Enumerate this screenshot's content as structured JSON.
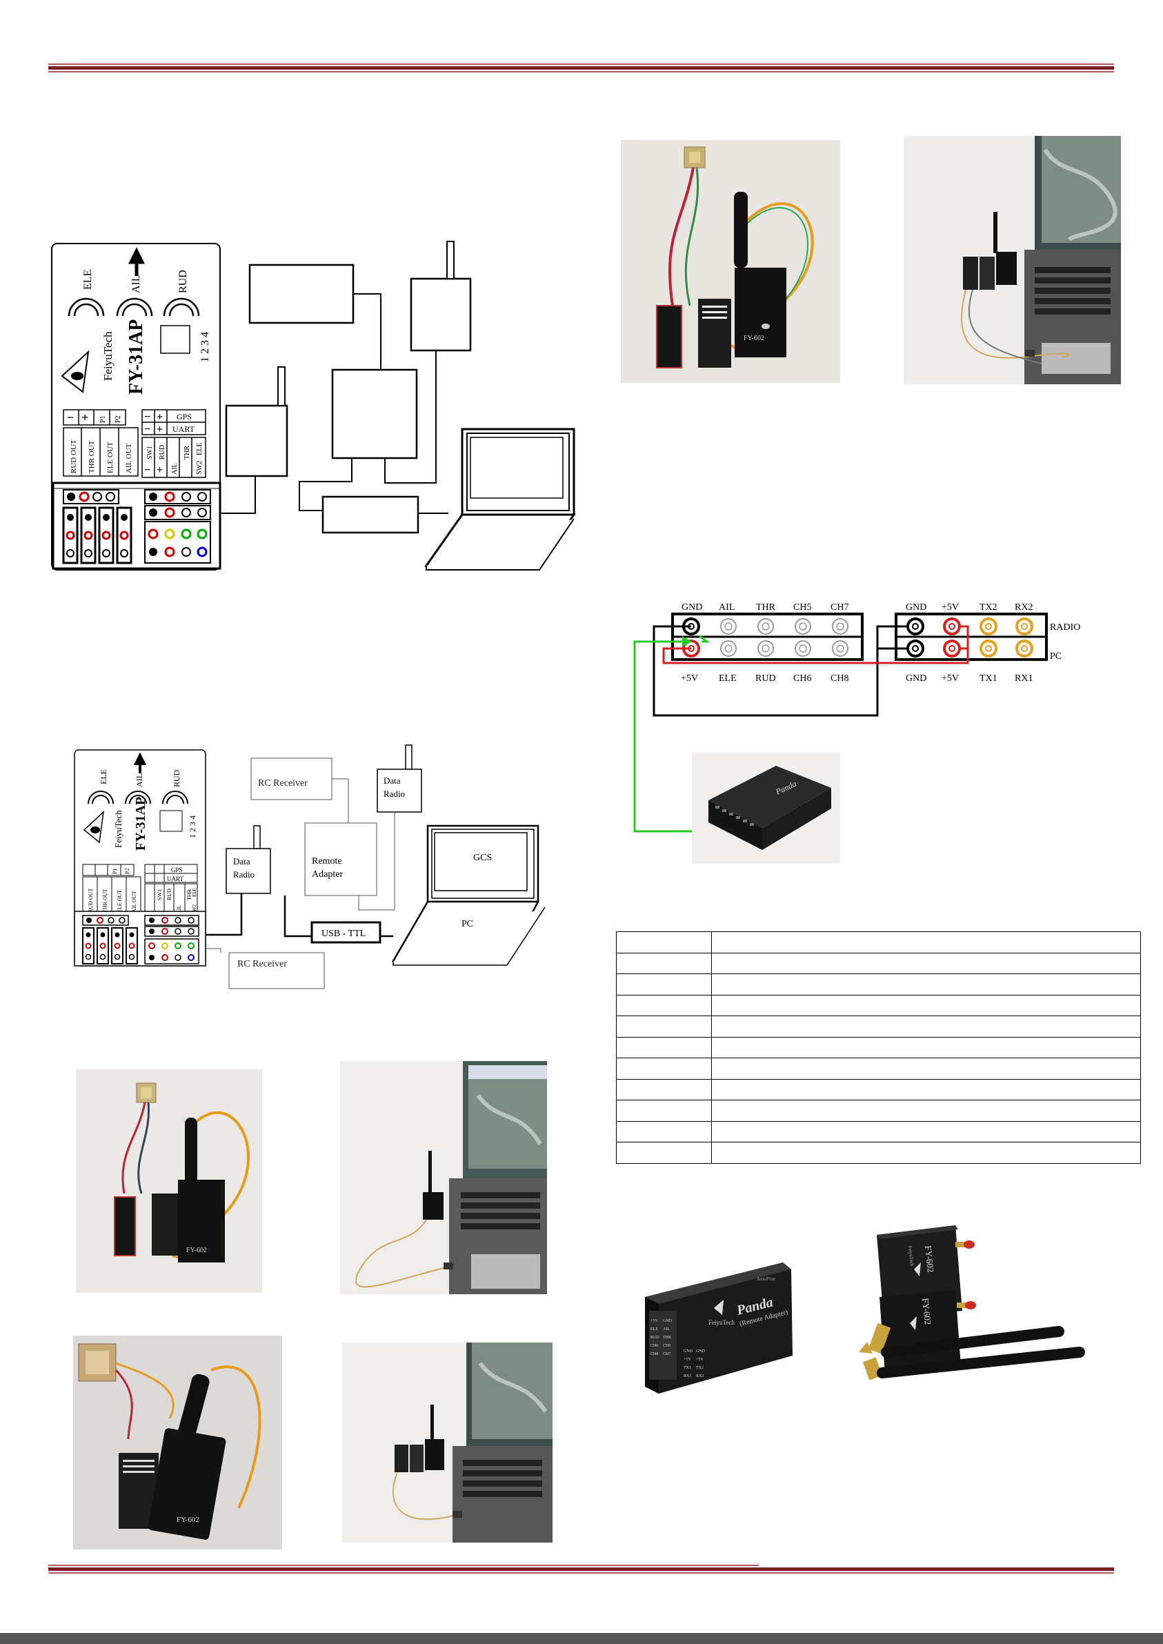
{
  "fc_big": {
    "axis_labels": [
      "ELE",
      "AIL",
      "RUD"
    ],
    "brand": "FeiyuTech",
    "model": "FY-31AP",
    "switch_digits": "1 2 3 4",
    "port_left": [
      "P1",
      "P2"
    ],
    "port_right": [
      "GPS",
      "UART"
    ],
    "servo_out": [
      "RUD OUT",
      "THR OUT",
      "ELE OUT",
      "AIL OUT"
    ],
    "inputs": [
      "SW1",
      "RUD",
      "AIL",
      "THR",
      "SW2",
      "ELE"
    ]
  },
  "diagram_small": {
    "fc": {
      "axis_labels": [
        "ELE",
        "AIL",
        "RUD"
      ],
      "brand": "FeiyuTech",
      "model": "FY-31AP",
      "switch_digits": "1 2 3 4",
      "port_left": [
        "P1",
        "P2"
      ],
      "port_right": [
        "GPS",
        "UART"
      ],
      "servo_out": [
        "RUD OUT",
        "THR OUT",
        "ELE OUT",
        "AIL OUT"
      ],
      "inputs": [
        "SW1",
        "RUD",
        "AIL",
        "THR",
        "SW2",
        "ELE"
      ]
    },
    "rc_receiver_top": "RC Receiver",
    "data_radio_top_1": "Data",
    "data_radio_top_2": "Radio",
    "data_radio_left_1": "Data",
    "data_radio_left_2": "Radio",
    "remote_adapter_1": "Remote",
    "remote_adapter_2": "Adapter",
    "usb_ttl": "USB - TTL",
    "gcs": "GCS",
    "pc": "PC",
    "rc_receiver_bottom": "RC Receiver"
  },
  "pin_header": {
    "left_top_labels": [
      "GND",
      "AIL",
      "THR",
      "CH5",
      "CH7"
    ],
    "left_bottom_labels": [
      "+5V",
      "ELE",
      "RUD",
      "CH6",
      "CH8"
    ],
    "right_top_labels": [
      "GND",
      "+5V",
      "TX2",
      "RX2"
    ],
    "right_bottom_labels": [
      "GND",
      "+5V",
      "TX1",
      "RX1"
    ],
    "row_radio": "RADIO",
    "row_pc": "PC"
  },
  "products": {
    "panda_brand": "FeiyuTech",
    "panda_name": "Panda",
    "panda_sub": "(Remote Adapter)",
    "panda_tag": "AutoPilot",
    "panda_pins": [
      "+5V",
      "GND",
      "ELE",
      "AIL",
      "RUD",
      "THR",
      "CH6",
      "CH5",
      "CH8",
      "CH7"
    ],
    "panda_pins_2": [
      "GND",
      "GND",
      "+5V",
      "+5V",
      "TX1",
      "TX2",
      "RX1",
      "RX2"
    ],
    "radio_model_1": "FY-602",
    "radio_model_2": "FY-602",
    "radio_brand": "FeiyuTech"
  },
  "photo_labels": {
    "fy602": "FY-602",
    "feiyutech": "FeiyuTech"
  },
  "table": {
    "rows": 11
  },
  "colors": {
    "rule": "#7a1f24",
    "wire_green": "#22cc22",
    "wire_red": "#dd2222",
    "pin_red": "#d81e1e",
    "pin_orange": "#e8a020"
  }
}
